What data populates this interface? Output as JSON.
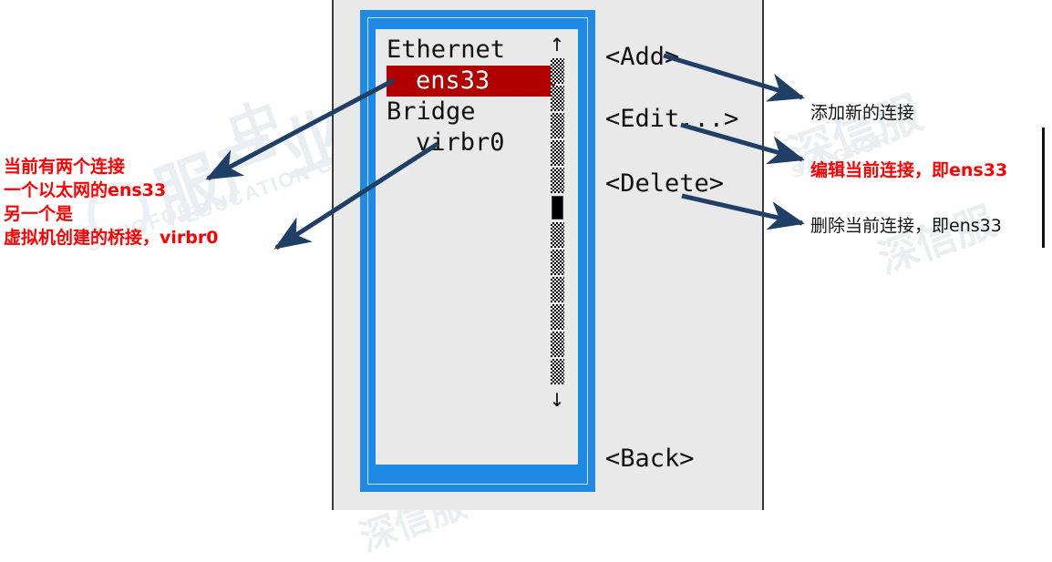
{
  "terminal": {
    "title": "NetworkManager TUI connection list",
    "connections": [
      {
        "label": "Ethernet",
        "indent": false,
        "selected": false
      },
      {
        "label": "ens33",
        "indent": true,
        "selected": true
      },
      {
        "label": "Bridge",
        "indent": false,
        "selected": false
      },
      {
        "label": "virbr0",
        "indent": true,
        "selected": false
      }
    ],
    "scrollbar": {
      "up_arrow": "↑",
      "down_arrow": "↓",
      "cells_above_thumb": 5,
      "cells_below_thumb": 6,
      "thumb_position_index": 5
    },
    "buttons": [
      {
        "label": "<Add>",
        "name": "add"
      },
      {
        "label": "<Edit...>",
        "name": "edit"
      },
      {
        "label": "<Delete>",
        "name": "delete"
      },
      {
        "label": "<Back>",
        "name": "back"
      }
    ]
  },
  "annotations": {
    "left": {
      "lines": [
        "当前有两个连接",
        "一个以太网的ens33",
        "另一个是",
        "虚拟机创建的桥接，virbr0"
      ]
    },
    "right": [
      {
        "text": "添加新的连接",
        "color": "black",
        "name": "add-note"
      },
      {
        "text": "编辑当前连接，即ens33",
        "color": "red",
        "name": "edit-note"
      },
      {
        "text": "删除当前连接，即ens33",
        "color": "black",
        "name": "delete-note"
      }
    ]
  },
  "watermark": {
    "cn_primary": "服产业教",
    "cn_secondary": "中",
    "en_primary": "EDUCATION CEN",
    "en_secondary": "SANGFOR",
    "brand": "深信服"
  },
  "colors": {
    "dialog_blue": "#1e8ae6",
    "selection_red": "#b00000",
    "annotation_red": "#ff0000",
    "arrow_navy": "#1f3f67",
    "terminal_bg": "#e9e9e9"
  }
}
